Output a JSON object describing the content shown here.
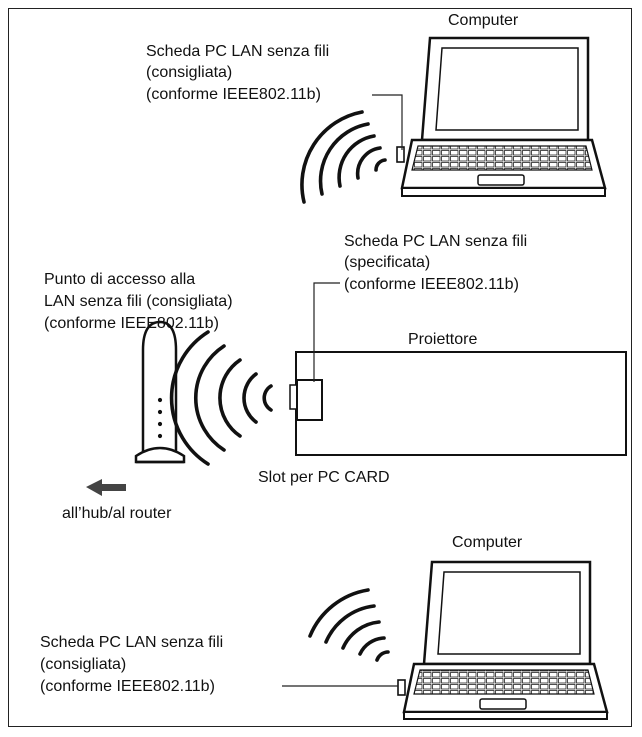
{
  "top_computer": {
    "title": "Computer",
    "card_line1": "Scheda PC LAN senza fili",
    "card_line2": "(consigliata)",
    "card_line3": "(conforme IEEE802.11b)"
  },
  "projector_card": {
    "line1": "Scheda PC LAN senza fili",
    "line2": "(specificata)",
    "line3": "(conforme IEEE802.11b)"
  },
  "access_point": {
    "line1": "Punto di accesso alla",
    "line2": "LAN senza fili (consigliata)",
    "line3": "(conforme IEEE802.11b)",
    "to_router": "all’hub/al router"
  },
  "projector": {
    "title": "Proiettore",
    "slot_label": "Slot per PC CARD"
  },
  "bottom_computer": {
    "title": "Computer",
    "card_line1": "Scheda PC LAN senza fili",
    "card_line2": "(consigliata)",
    "card_line3": "(conforme IEEE802.11b)"
  },
  "icons": [
    "laptop-icon",
    "wireless-waves-icon",
    "access-point-icon",
    "projector-icon",
    "arrow-left-icon",
    "pc-card-icon"
  ]
}
